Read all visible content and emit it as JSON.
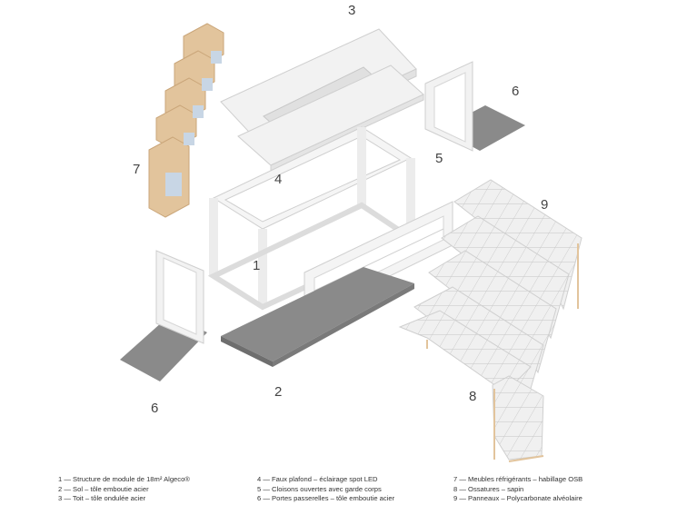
{
  "callouts": {
    "c1": "1",
    "c2": "2",
    "c3": "3",
    "c4": "4",
    "c5": "5",
    "c6a": "6",
    "c6b": "6",
    "c7": "7",
    "c8": "8",
    "c9": "9"
  },
  "legend": {
    "col1": [
      "1 — Structure de module de 18m² Algeco®",
      "2 — Sol – tôle emboutie acier",
      "3 — Toit – tôle ondulée acier"
    ],
    "col2": [
      "4 — Faux plafond – éclairage spot LED",
      "5 — Cloisons ouvertes avec garde corps",
      "6 — Portes passerelles – tôle emboutie acier"
    ],
    "col3": [
      "7 — Meubles réfrigérants – habillage OSB",
      "8 — Ossatures – sapin",
      "9 — Panneaux – Polycarbonate alvéolaire"
    ]
  },
  "colors": {
    "frame": "#f2f2f2",
    "frame_edge": "#cfcfcf",
    "floor": "#8a8a8a",
    "wood": "#e2c49c",
    "wood_dark": "#caa67a",
    "panel_blue": "#c8d6e5",
    "polycarbonate": "#ededed"
  }
}
